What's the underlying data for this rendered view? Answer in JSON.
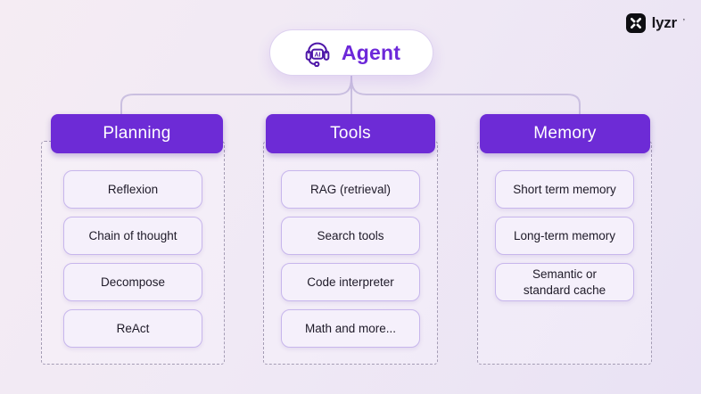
{
  "brand": {
    "name": "lyzr",
    "tick": "’",
    "logo_icon": "lyzr-x-mark"
  },
  "root": {
    "label": "Agent",
    "icon": "ai-headset-icon"
  },
  "columns": [
    {
      "title": "Planning",
      "items": [
        "Reflexion",
        "Chain of thought",
        "Decompose",
        "ReAct"
      ]
    },
    {
      "title": "Tools",
      "items": [
        "RAG (retrieval)",
        "Search tools",
        "Code interpreter",
        "Math and more..."
      ]
    },
    {
      "title": "Memory",
      "items": [
        "Short term memory",
        "Long-term memory",
        "Semantic or\nstandard cache"
      ]
    }
  ],
  "colors": {
    "header_bg": "#6d2bd6",
    "accent_text": "#6d28d9",
    "icon_stroke": "#4e17a8",
    "connector_line": "#cabfe0",
    "item_border": "#c7b6ec",
    "item_bg": "#f5f0fb",
    "dashed_border": "#a59db5",
    "background_start": "#f5ecf3",
    "background_end": "#e9e2f4",
    "logo_bg": "#0e0e12"
  }
}
